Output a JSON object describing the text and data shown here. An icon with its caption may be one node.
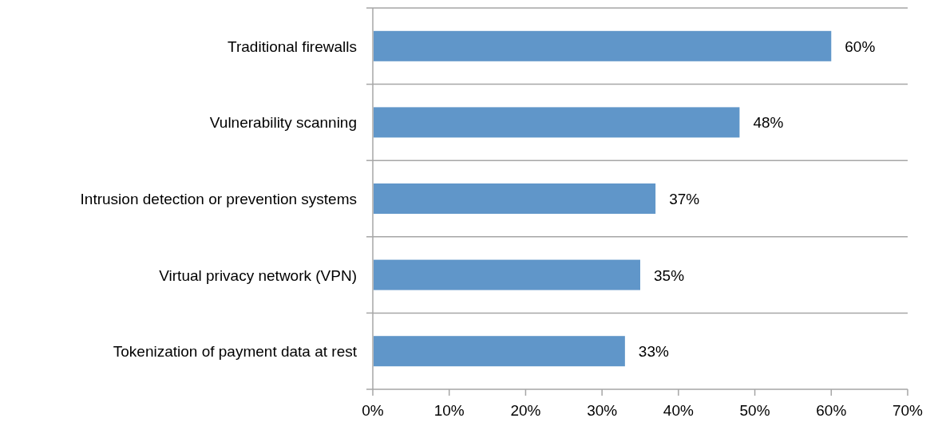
{
  "diagram": {
    "chart_data": {
      "type": "bar",
      "orientation": "horizontal",
      "categories": [
        "Traditional firewalls",
        "Vulnerability scanning",
        "Intrusion detection or prevention systems",
        "Virtual privacy network (VPN)",
        "Tokenization of payment data at rest"
      ],
      "values": [
        60,
        48,
        37,
        35,
        33
      ],
      "value_labels": [
        "60%",
        "48%",
        "37%",
        "35%",
        "33%"
      ],
      "xlim": [
        0,
        70
      ],
      "xticks": [
        {
          "value": 0,
          "label": "0%"
        },
        {
          "value": 10,
          "label": "10%"
        },
        {
          "value": 20,
          "label": "20%"
        },
        {
          "value": 30,
          "label": "30%"
        },
        {
          "value": 40,
          "label": "40%"
        },
        {
          "value": 50,
          "label": "50%"
        },
        {
          "value": 60,
          "label": "60%"
        },
        {
          "value": 70,
          "label": "70%"
        }
      ],
      "data_labels": true
    }
  }
}
